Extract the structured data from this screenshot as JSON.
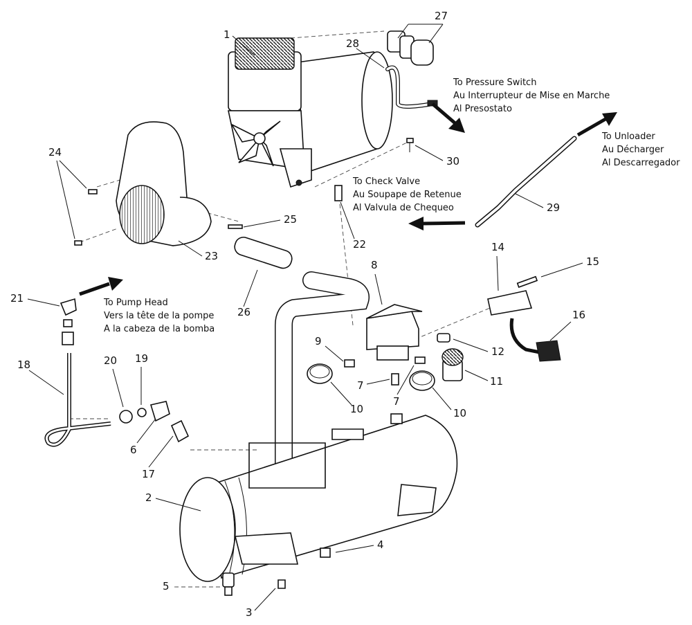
{
  "callouts": [
    "1",
    "2",
    "3",
    "4",
    "5",
    "6",
    "7",
    "7",
    "8",
    "9",
    "10",
    "10",
    "11",
    "12",
    "14",
    "15",
    "16",
    "17",
    "18",
    "19",
    "20",
    "21",
    "22",
    "23",
    "24",
    "25",
    "26",
    "27",
    "28",
    "29",
    "30"
  ],
  "notes": {
    "pressure_switch": [
      "To Pressure Switch",
      "Au Interrupteur de Mise en Marche",
      "Al Presostato"
    ],
    "unloader": [
      "To Unloader",
      "Au Décharger",
      "Al Descarregador"
    ],
    "check_valve": [
      "To Check Valve",
      "Au Soupape de Retenue",
      "Al Valvula de Chequeo"
    ],
    "pump_head": [
      "To Pump Head",
      "Vers la tête de la pompe",
      "A la cabeza de la bomba"
    ]
  },
  "icons": [
    "arrow-right-icon",
    "arrow-left-icon"
  ]
}
